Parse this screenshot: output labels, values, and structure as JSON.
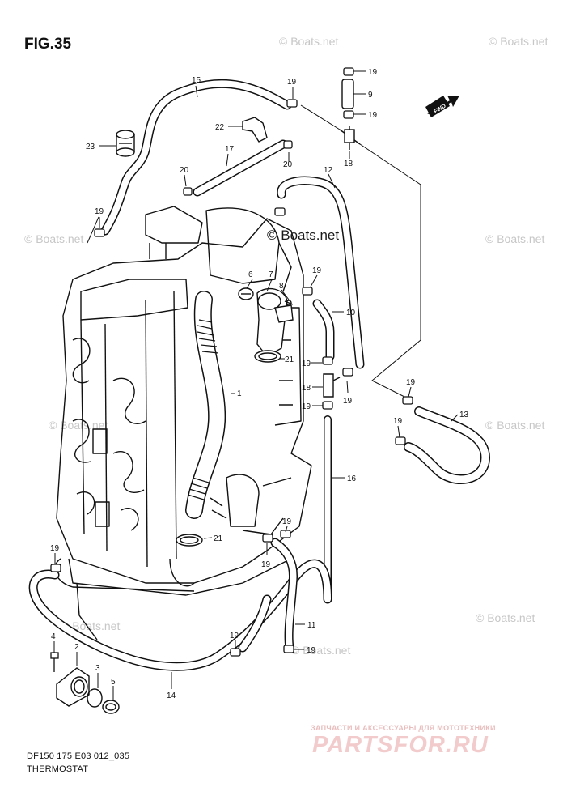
{
  "figure": {
    "title": "FIG.35"
  },
  "watermarks": [
    "© Boats.net"
  ],
  "callouts": [
    {
      "id": "c15",
      "label": "15"
    },
    {
      "id": "c19a",
      "label": "19"
    },
    {
      "id": "c19b",
      "label": "19"
    },
    {
      "id": "c9",
      "label": "9"
    },
    {
      "id": "c19c",
      "label": "19"
    },
    {
      "id": "c22",
      "label": "22"
    },
    {
      "id": "c23",
      "label": "23"
    },
    {
      "id": "c17",
      "label": "17"
    },
    {
      "id": "c20a",
      "label": "20"
    },
    {
      "id": "c20b",
      "label": "20"
    },
    {
      "id": "c18a",
      "label": "18"
    },
    {
      "id": "c12",
      "label": "12"
    },
    {
      "id": "c19d",
      "label": "19"
    },
    {
      "id": "c6",
      "label": "6"
    },
    {
      "id": "c7",
      "label": "7"
    },
    {
      "id": "c8",
      "label": "8"
    },
    {
      "id": "c19e",
      "label": "19"
    },
    {
      "id": "c10",
      "label": "10"
    },
    {
      "id": "c21a",
      "label": "21"
    },
    {
      "id": "c19f",
      "label": "19"
    },
    {
      "id": "c18b",
      "label": "18"
    },
    {
      "id": "c19g",
      "label": "19"
    },
    {
      "id": "c19h",
      "label": "19"
    },
    {
      "id": "c1",
      "label": "1"
    },
    {
      "id": "c19i",
      "label": "19"
    },
    {
      "id": "c13",
      "label": "13"
    },
    {
      "id": "c19j",
      "label": "19"
    },
    {
      "id": "c16",
      "label": "16"
    },
    {
      "id": "c19k",
      "label": "19"
    },
    {
      "id": "c21b",
      "label": "21"
    },
    {
      "id": "c19l",
      "label": "19"
    },
    {
      "id": "c19m",
      "label": "19"
    },
    {
      "id": "c11",
      "label": "11"
    },
    {
      "id": "c19n",
      "label": "19"
    },
    {
      "id": "c19o",
      "label": "19"
    },
    {
      "id": "c4",
      "label": "4"
    },
    {
      "id": "c2",
      "label": "2"
    },
    {
      "id": "c3",
      "label": "3"
    },
    {
      "id": "c5",
      "label": "5"
    },
    {
      "id": "c14",
      "label": "14"
    }
  ],
  "fwd_arrow": {
    "label": "FWD"
  },
  "footer": {
    "line1": "DF150 175 E03 012_035",
    "line2": "THERMOSTAT"
  },
  "brand": {
    "tagline": "ЗАПЧАСТИ И АКСЕССУАРЫ ДЛЯ МОТОТЕХНИКИ",
    "logo": "PARTSFOR.RU"
  }
}
